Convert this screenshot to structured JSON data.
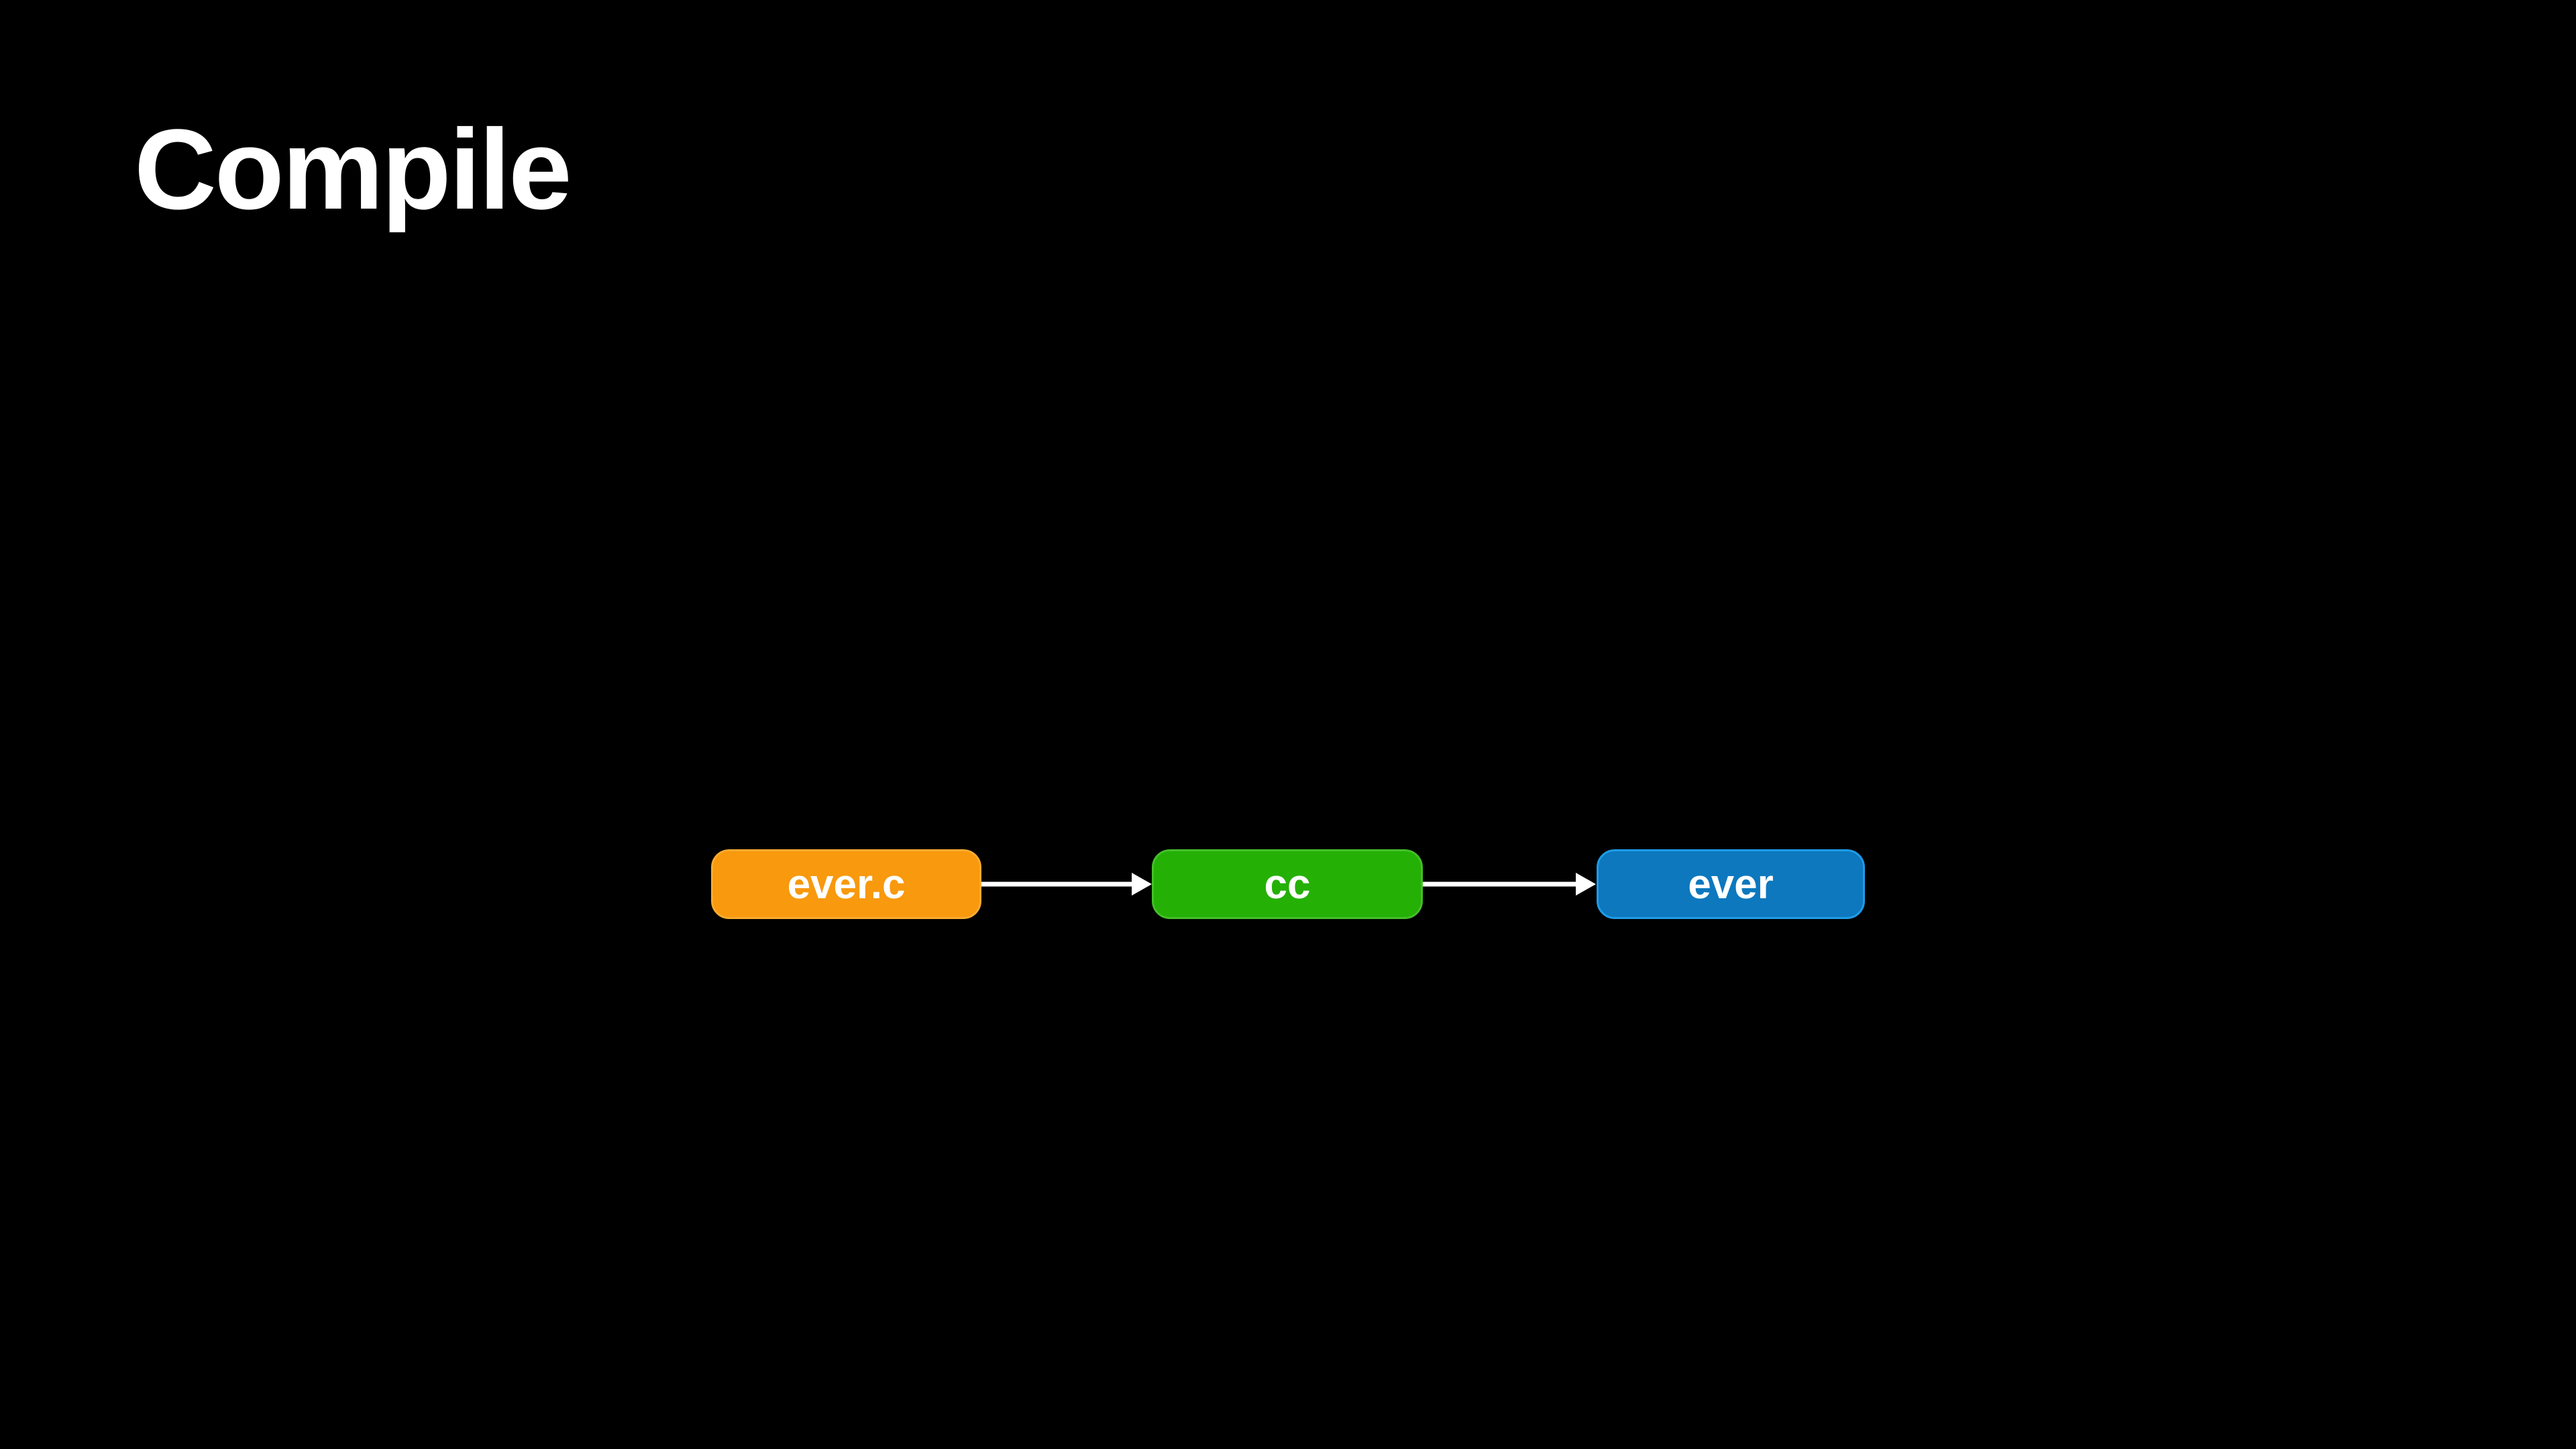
{
  "slide": {
    "title": "Compile",
    "background_color": "#000000",
    "title_color": "#ffffff"
  },
  "diagram": {
    "arrow_color": "#ffffff",
    "nodes": [
      {
        "id": "source-file",
        "label": "ever.c",
        "fill_color": "#f8990e",
        "border_color": "#fbab2f",
        "text_color": "#ffffff"
      },
      {
        "id": "compiler",
        "label": "cc",
        "fill_color": "#25b006",
        "border_color": "#44bf2a",
        "text_color": "#ffffff"
      },
      {
        "id": "executable",
        "label": "ever",
        "fill_color": "#0d78be",
        "border_color": "#1f9ce8",
        "text_color": "#ffffff"
      }
    ],
    "edges": [
      {
        "from": "source-file",
        "to": "compiler"
      },
      {
        "from": "compiler",
        "to": "executable"
      }
    ]
  }
}
